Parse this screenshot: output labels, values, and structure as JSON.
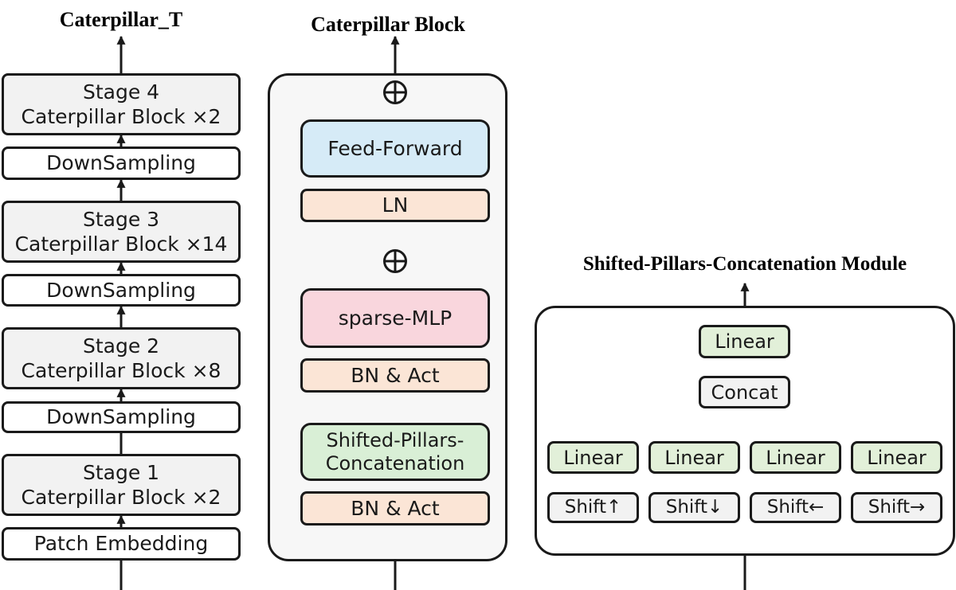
{
  "colors": {
    "stroke": "#1a1a1a",
    "stage_fill": "#f2f2f2",
    "plain_fill": "#ffffff",
    "panel_fill": "#f7f7f7",
    "norm_fill": "#fbe5d6",
    "ffn_fill": "#d6ebf7",
    "mlp_fill": "#f9d6dd",
    "spc_fill": "#d9efd6",
    "linear_fill": "#e2f0d9",
    "shift_fill": "#f2f2f2",
    "concat_fill": "#f2f2f2"
  },
  "caterpillar_t": {
    "title": "Caterpillar_T",
    "stage4": {
      "name": "Stage 4",
      "blocks": "Caterpillar Block ×2"
    },
    "down3": "DownSampling",
    "stage3": {
      "name": "Stage 3",
      "blocks": "Caterpillar Block ×14"
    },
    "down2": "DownSampling",
    "stage2": {
      "name": "Stage 2",
      "blocks": "Caterpillar Block ×8"
    },
    "down1": "DownSampling",
    "stage1": {
      "name": "Stage 1",
      "blocks": "Caterpillar Block ×2"
    },
    "patch_embedding": "Patch Embedding"
  },
  "caterpillar_block": {
    "title": "Caterpillar Block",
    "feed_forward": "Feed-Forward",
    "ln": "LN",
    "sparse_mlp": "sparse-MLP",
    "bn_act_top": "BN & Act",
    "spc_line1": "Shifted-Pillars-",
    "spc_line2": "Concatenation",
    "bn_act_bottom": "BN & Act"
  },
  "spc_module": {
    "title": "Shifted-Pillars-Concatenation Module",
    "linear_out": "Linear",
    "concat": "Concat",
    "linear_1": "Linear",
    "linear_2": "Linear",
    "linear_3": "Linear",
    "linear_4": "Linear",
    "shift_up": "Shift↑",
    "shift_down": "Shift↓",
    "shift_left": "Shift←",
    "shift_right": "Shift→"
  }
}
